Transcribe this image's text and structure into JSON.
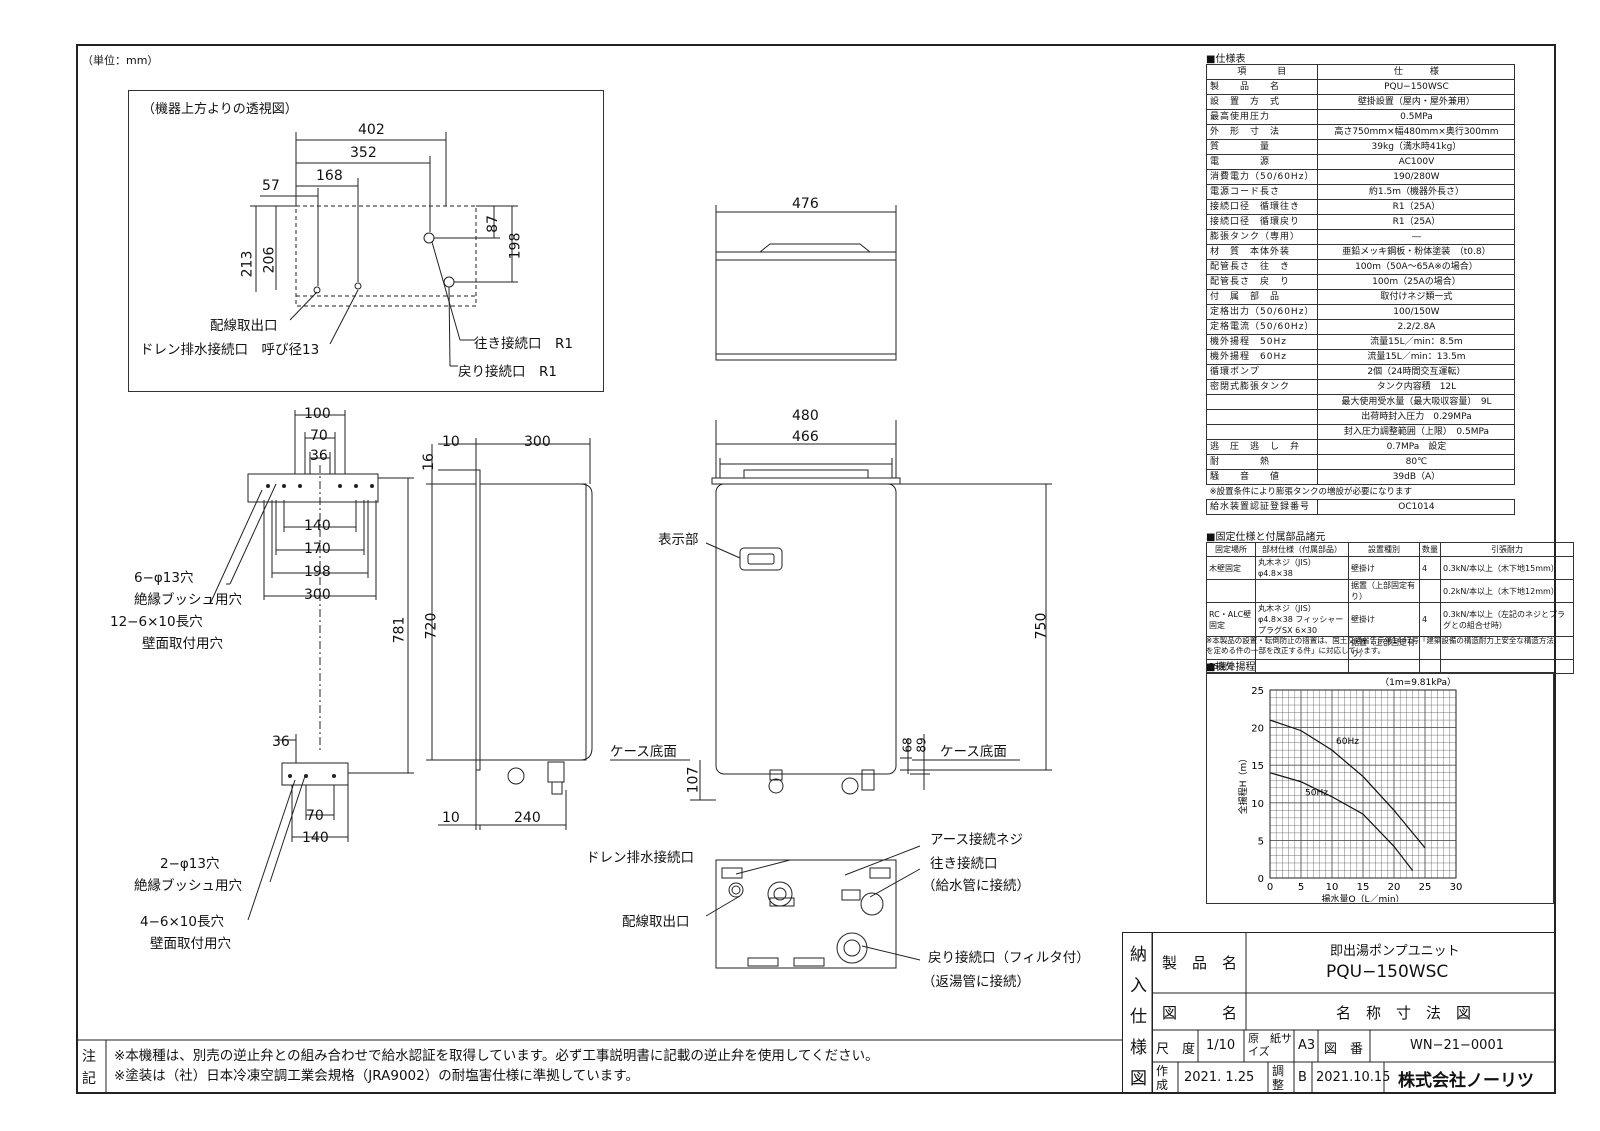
{
  "unit_note": "（単位：mm）",
  "top_view": {
    "title": "（機器上方よりの透視図）",
    "dims": [
      "402",
      "352",
      "168",
      "57",
      "213",
      "206",
      "87",
      "198"
    ],
    "labels": [
      "配線取出口",
      "ドレン排水接続口　呼び径13",
      "往き接続口　R1",
      "戻り接続口　R1"
    ]
  },
  "top_front": {
    "dims": [
      "476"
    ]
  },
  "bracket": {
    "dims_top": [
      "100",
      "70",
      "36",
      "140",
      "170",
      "198",
      "300"
    ],
    "labels_top": [
      "6−φ13穴",
      "絶縁ブッシュ用穴",
      "12−6×10長穴",
      "壁面取付用穴"
    ],
    "dims_bottom": [
      "36",
      "70",
      "140"
    ],
    "labels_bottom": [
      "2−φ13穴",
      "絶縁ブッシュ用穴",
      "4−6×10長穴",
      "壁面取付用穴"
    ],
    "dims_v": [
      "781"
    ]
  },
  "side_view": {
    "dims": [
      "10",
      "300",
      "16",
      "720",
      "10",
      "240",
      "107"
    ],
    "case_bottom": "ケース底面"
  },
  "front_view": {
    "dims": [
      "480",
      "466",
      "750",
      "68",
      "89"
    ],
    "display_label": "表示部",
    "case_bottom": "ケース底面"
  },
  "bottom_view": {
    "labels": [
      "ドレン排水接続口",
      "アース接続ネジ",
      "往き接続口",
      "（給水管に接続）",
      "配線取出口",
      "戻り接続口（フィルタ付）",
      "（返湯管に接続）"
    ]
  },
  "spec": {
    "title": "■仕様表",
    "header": [
      "項　　　目",
      "仕　　　様"
    ],
    "rows": [
      [
        "製　　品　　名",
        "PQU−150WSC"
      ],
      [
        "設　置　方　式",
        "壁掛設置（屋内・屋外兼用）"
      ],
      [
        "最高使用圧力",
        "0.5MPa"
      ],
      [
        "外　形　寸　法",
        "高さ750mm×幅480mm×奥行300mm"
      ],
      [
        "質　　　　量",
        "39kg（満水時41kg）"
      ],
      [
        "電　　　　源",
        "AC100V"
      ],
      [
        "消費電力（50/60Hz）",
        "190/280W"
      ],
      [
        "電源コード長さ",
        "約1.5m（機器外長さ）"
      ],
      [
        "接続口径　循環往き",
        "R1（25A）"
      ],
      [
        "接続口径　循環戻り",
        "R1（25A）"
      ],
      [
        "膨張タンク（専用）",
        "―"
      ],
      [
        "材　質　本体外装",
        "亜鉛メッキ鋼板・粉体塗装　（t0.8）"
      ],
      [
        "配管長さ　往　き",
        "100m（50A〜65A※の場合）"
      ],
      [
        "配管長さ　戻　り",
        "100m（25Aの場合）"
      ],
      [
        "付　属　部　品",
        "取付けネジ類一式"
      ],
      [
        "定格出力（50/60Hz）",
        "100/150W"
      ],
      [
        "定格電流（50/60Hz）",
        "2.2/2.8A"
      ],
      [
        "機外揚程　50Hz",
        "流量15L／min：8.5m"
      ],
      [
        "機外揚程　60Hz",
        "流量15L／min：13.5m"
      ],
      [
        "循環ポンプ",
        "2個（24時間交互運転）"
      ],
      [
        "密閉式膨張タンク",
        "タンク内容積　12L"
      ],
      [
        "",
        "最大使用受水量（最大吸収容量）　9L"
      ],
      [
        "",
        "出荷時封入圧力　0.29MPa"
      ],
      [
        "",
        "封入圧力調整範囲（上限）　0.5MPa"
      ],
      [
        "逃　圧　逃　し　弁",
        "0.7MPa　設定"
      ],
      [
        "耐　　　　熱",
        "80℃"
      ],
      [
        "騒　　音　　値",
        "39dB（A）"
      ]
    ],
    "note": "※設置条件により膨張タンクの増設が必要になります",
    "cert": [
      "給水装置認証登録番号",
      "OC1014"
    ]
  },
  "fixing": {
    "title": "■固定仕様と付属部品諸元",
    "header": [
      "固定場所",
      "部材仕様（付属部品）",
      "設置種別",
      "数量",
      "引張耐力"
    ],
    "rows": [
      [
        "木壁固定",
        "丸木ネジ（JIS）φ4.8×38",
        "壁掛け",
        "4",
        "0.3kN/本以上（木下地15mm）"
      ],
      [
        "",
        "",
        "据置（上部固定有り）",
        "",
        "0.2kN/本以上（木下地12mm）"
      ],
      [
        "RC・ALC壁固定",
        "丸木ネジ（JIS）φ4.8×38 フィッシャープラグSX 6×30",
        "壁掛け",
        "4",
        "0.3kN/本以上（左記のネジとプラグとの組合せ時）"
      ],
      [
        "",
        "",
        "据置（上部固定有り）",
        "",
        ""
      ],
      [
        "PS固定",
        "",
        "",
        "",
        ""
      ]
    ],
    "note": "※本製品の設置・転倒防止の措置は、国土交通省告示第1447号「建築設備の構造耐力上安全な構造方法を定める件の一部を改正する件」に対応しています。"
  },
  "chart_title": "■機外揚程",
  "chart_data": {
    "type": "line",
    "title": "",
    "note": "（1m=9.81kPa）",
    "xlabel": "揚水量Q（L／min）",
    "ylabel": "全揚程H（m）",
    "xlim": [
      0,
      30
    ],
    "ylim": [
      0,
      25
    ],
    "xticks": [
      0,
      5,
      10,
      15,
      20,
      25,
      30
    ],
    "yticks": [
      0,
      5,
      10,
      15,
      20,
      25
    ],
    "grid": true,
    "series": [
      {
        "name": "60Hz",
        "x": [
          0,
          5,
          10,
          15,
          20,
          25
        ],
        "y": [
          21.0,
          19.6,
          17.0,
          13.5,
          9.0,
          4.0
        ]
      },
      {
        "name": "50Hz",
        "x": [
          0,
          5,
          10,
          15,
          20,
          23
        ],
        "y": [
          14.0,
          12.8,
          10.8,
          8.5,
          4.2,
          1.0
        ]
      }
    ]
  },
  "title_block": {
    "side": [
      "納",
      "入",
      "仕",
      "様",
      "図"
    ],
    "product_label": "製　品　名",
    "product_jp": "即出湯ポンプユニット",
    "product_model": "PQU−150WSC",
    "drawing_label": "図　　　名",
    "drawing_name": "名　称　寸　法　図",
    "scale_label": "尺　度",
    "scale": "1/10",
    "paper_label": "原　紙サイズ",
    "paper": "A3",
    "dwg_no_label": "図　番",
    "dwg_no": "WN−21−0001",
    "made_label": "作成",
    "made_date": "2021. 1.25",
    "rev_label": "調整",
    "rev_mark": "B",
    "rev_date": "2021.10.15",
    "company": "株式会社ノーリツ"
  },
  "notes": {
    "label": "注記",
    "lines": [
      "※本機種は、別売の逆止弁との組み合わせで給水認証を取得しています。必ず工事説明書に記載の逆止弁を使用してください。",
      "※塗装は（社）日本冷凍空調工業会規格（JRA9002）の耐塩害仕様に準拠しています。"
    ]
  }
}
